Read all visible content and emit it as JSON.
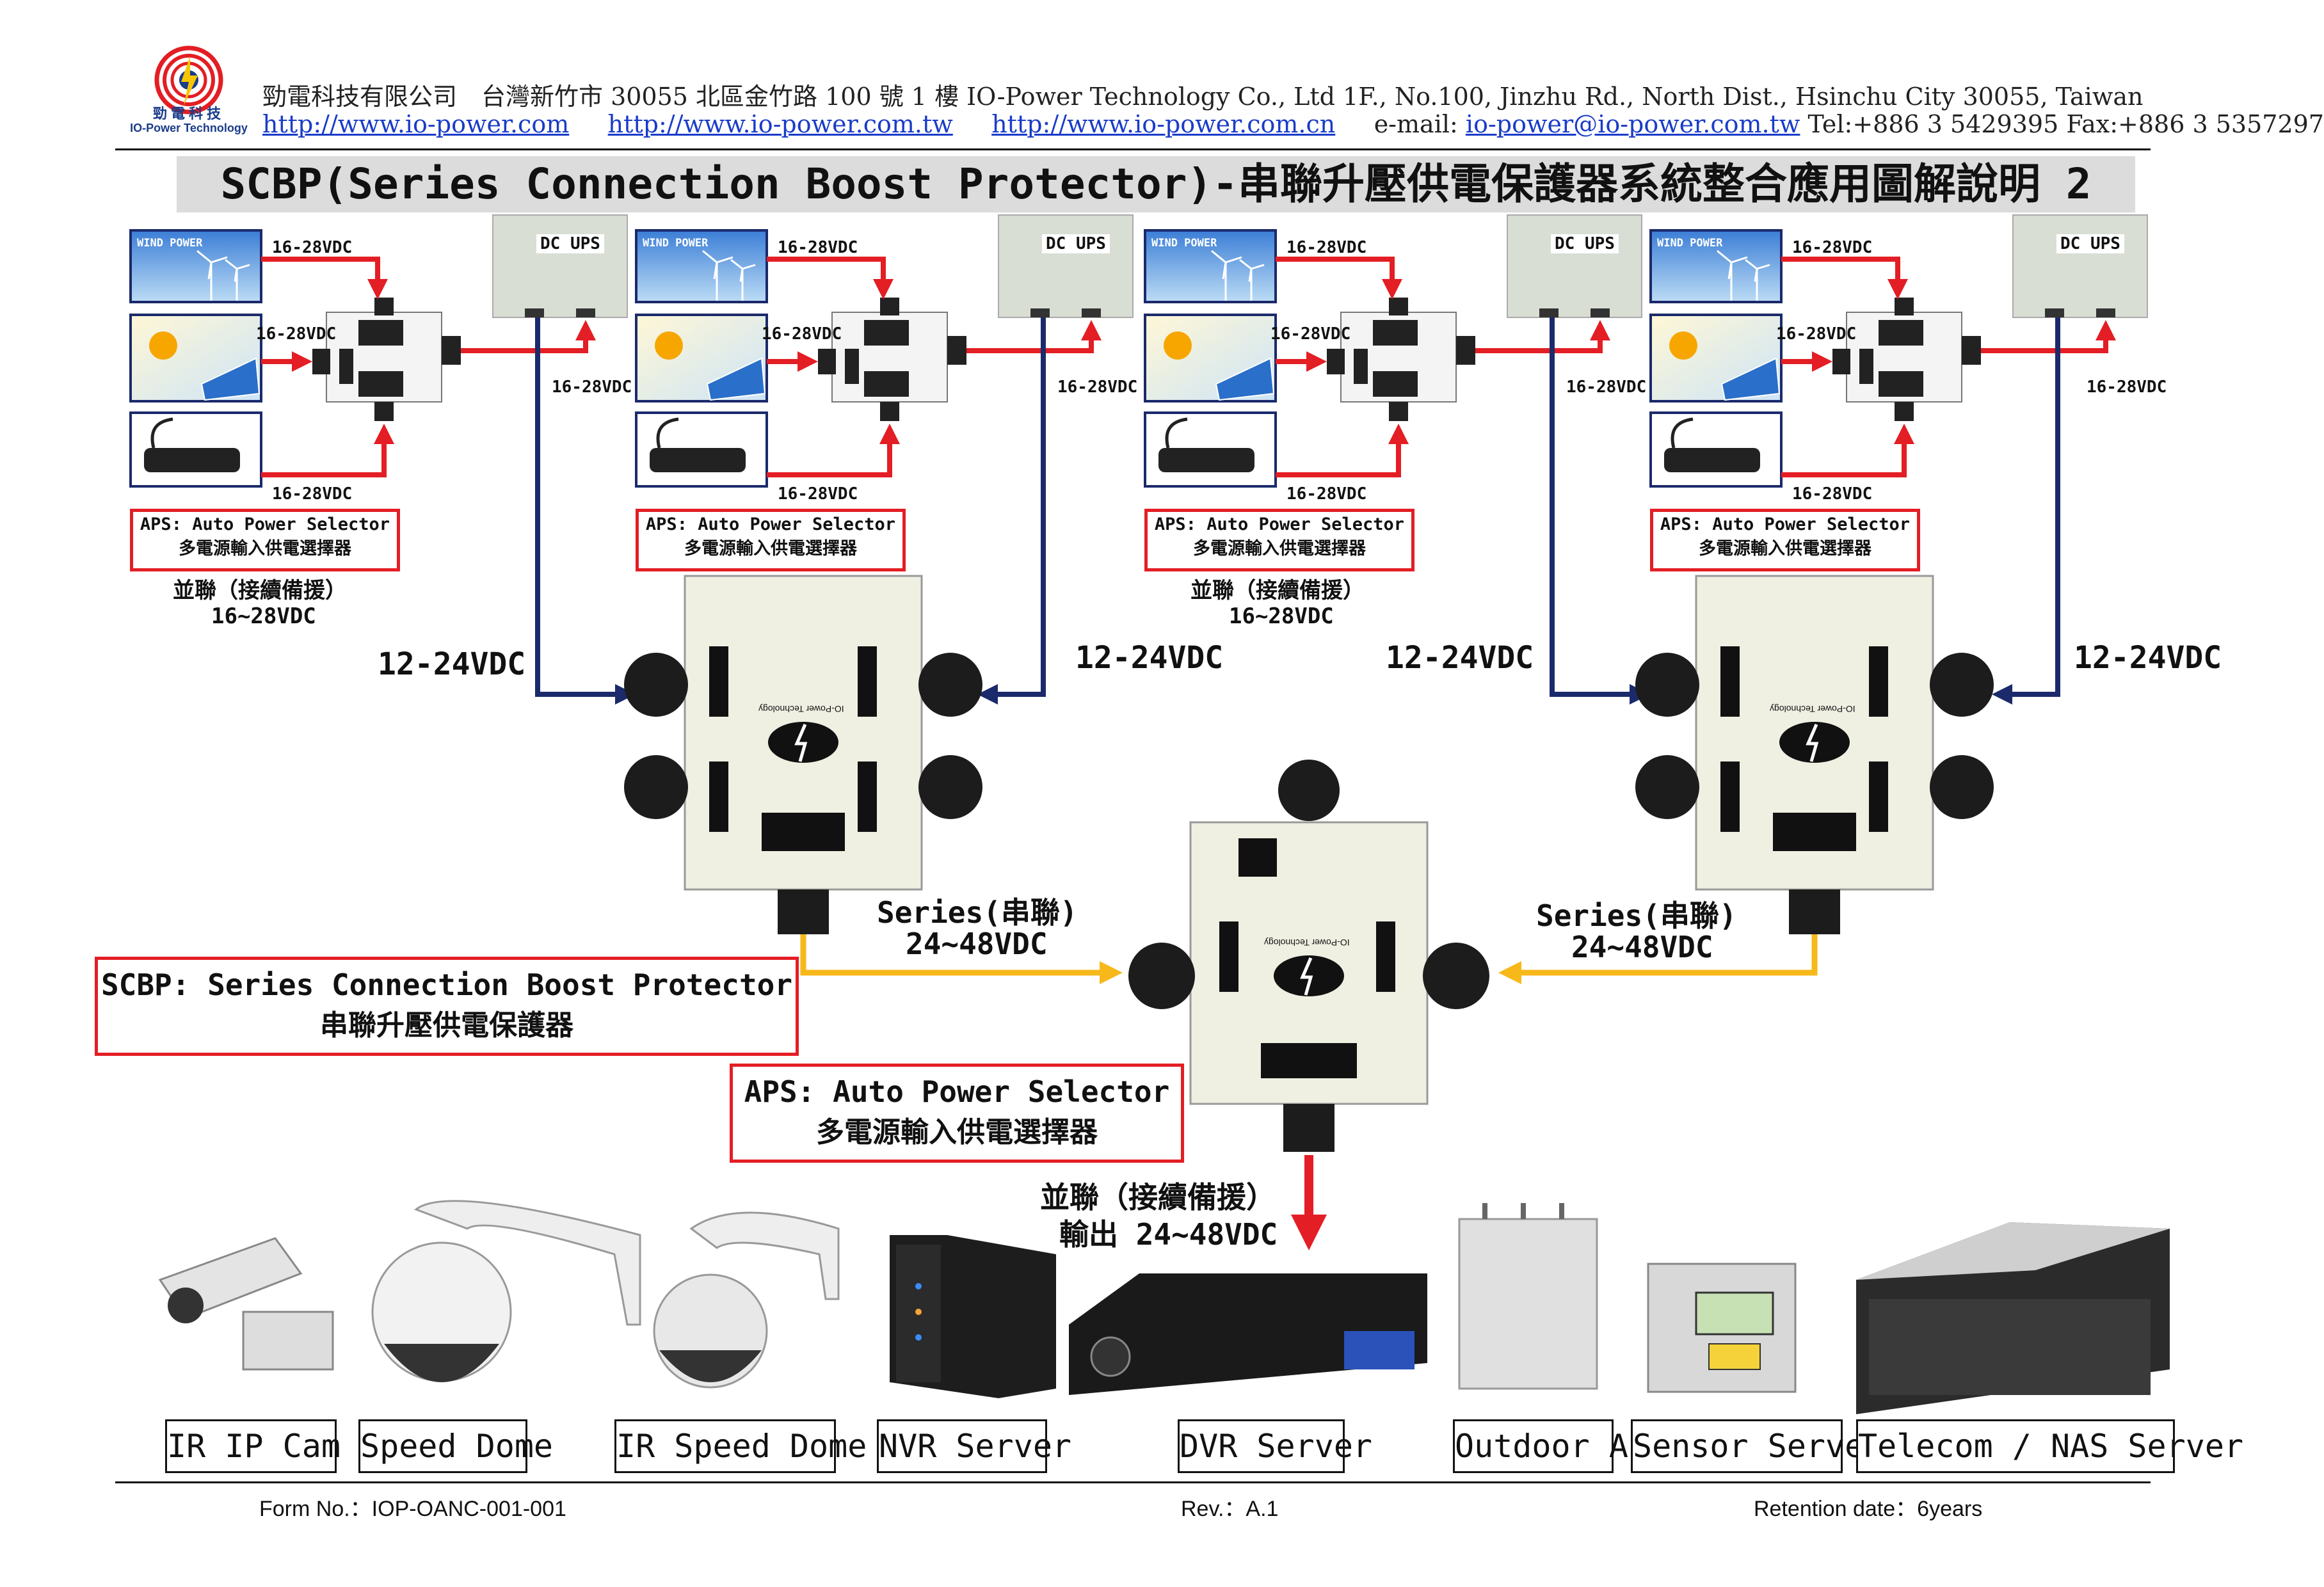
{
  "header": {
    "logo_cn": "勁電科技",
    "logo_en": "IO-Power Technology",
    "company_line": "勁電科技有限公司　台灣新竹市 30055 北區金竹路 100 號 1 樓  IO-Power Technology Co., Ltd    1F., No.100, Jinzhu Rd., North Dist., Hsinchu City 30055, Taiwan",
    "link1": "http://www.io-power.com",
    "link2": "http://www.io-power.com.tw",
    "link3": "http://www.io-power.com.cn",
    "email_label": "e-mail:",
    "email": "io-power@io-power.com.tw",
    "tel_fax": "Tel:+886 3 5429395 Fax:+886 3 5357297"
  },
  "title": "SCBP(Series Connection Boost Protector)-串聯升壓供電保護器系統整合應用圖解說明 2",
  "top_units": [
    {
      "wind": "WIND POWER",
      "dc_ups": "DC UPS",
      "v_wind": "16-28VDC",
      "v_solar": "16-28VDC",
      "v_adapter": "16-28VDC",
      "v_ups": "16-28VDC",
      "aps_en": "APS: Auto Power Selector",
      "aps_cn": "多電源輸入供電選擇器",
      "parallel": "並聯（接續備援）",
      "parallel_v": "16~28VDC"
    },
    {
      "wind": "WIND POWER",
      "dc_ups": "DC UPS",
      "v_wind": "16-28VDC",
      "v_solar": "16-28VDC",
      "v_adapter": "16-28VDC",
      "v_ups": "16-28VDC",
      "aps_en": "APS: Auto Power Selector",
      "aps_cn": "多電源輸入供電選擇器"
    },
    {
      "wind": "WIND POWER",
      "dc_ups": "DC UPS",
      "v_wind": "16-28VDC",
      "v_solar": "16-28VDC",
      "v_adapter": "16-28VDC",
      "v_ups": "16-28VDC",
      "aps_en": "APS: Auto Power Selector",
      "aps_cn": "多電源輸入供電選擇器",
      "parallel": "並聯（接續備援）",
      "parallel_v": "16~28VDC"
    },
    {
      "wind": "WIND POWER",
      "dc_ups": "DC UPS",
      "v_wind": "16-28VDC",
      "v_solar": "16-28VDC",
      "v_adapter": "16-28VDC",
      "v_ups": "16-28VDC",
      "aps_en": "APS: Auto Power Selector",
      "aps_cn": "多電源輸入供電選擇器"
    }
  ],
  "mid": {
    "v12_24": "12-24VDC",
    "series_left": "Series(串聯)",
    "series_left_v": "24~48VDC",
    "series_right": "Series(串聯)",
    "series_right_v": "24~48VDC",
    "scbp_box_en": "SCBP: Series Connection Boost Protector",
    "scbp_box_cn": "串聯升壓供電保護器",
    "aps_box_en": "APS: Auto Power Selector",
    "aps_box_cn": "多電源輸入供電選擇器",
    "parallel_out": "並聯（接續備援）",
    "parallel_out_v": "輸出 24~48VDC",
    "brand": "IO-Power Technology"
  },
  "devices": [
    "IR IP Cam",
    "Speed Dome",
    "IR Speed Dome",
    "NVR Server",
    "DVR Server",
    "Outdoor AP",
    "Sensor Server",
    "Telecom / NAS Server"
  ],
  "footer": {
    "form": "Form No.：IOP-OANC-001-001",
    "rev": "Rev.：A.1",
    "retention": "Retention date：6years"
  },
  "colors": {
    "red": "#e31e24",
    "navy": "#1b2a6b",
    "yellow": "#f7b81a",
    "box": "#efefe2"
  }
}
